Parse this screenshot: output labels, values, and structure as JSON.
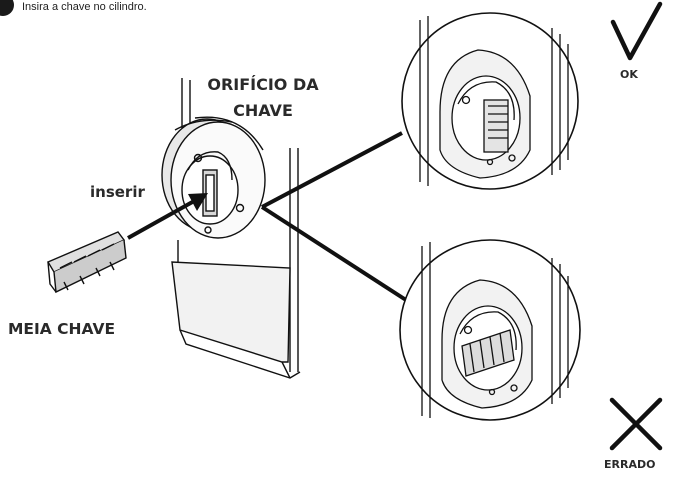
{
  "instruction": {
    "text": "Insira a chave no cilindro."
  },
  "labels": {
    "keyhole_line1": "ORIFÍCIO DA",
    "keyhole_line2": "CHAVE",
    "insert": "inserir",
    "half_key": "MEIA CHAVE",
    "ok": "OK",
    "wrong": "ERRADO"
  },
  "marks": {
    "ok_symbol": "check-mark-icon",
    "wrong_symbol": "cross-mark-icon"
  },
  "colors": {
    "line": "#111111",
    "text": "#2a2a2a",
    "background": "#ffffff"
  }
}
